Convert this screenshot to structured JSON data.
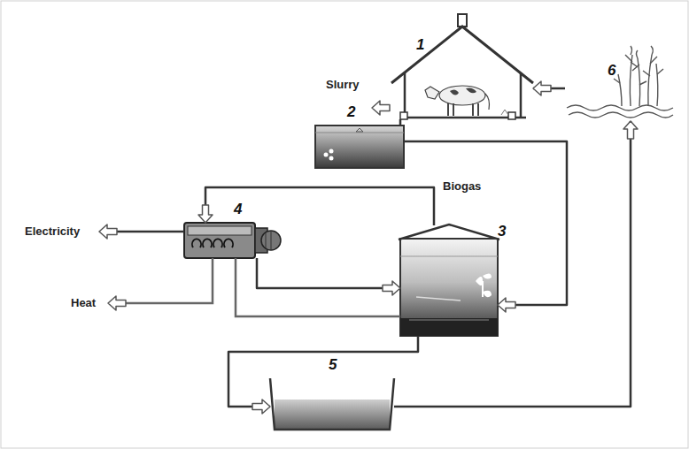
{
  "diagram": {
    "nodes": [
      {
        "text": [
          "1"
        ]
      },
      {
        "text": [
          "2"
        ]
      },
      {
        "text": [
          "3"
        ]
      },
      {
        "text": [
          "4"
        ]
      },
      {
        "text": [
          "5"
        ]
      },
      {
        "text": [
          "6"
        ]
      }
    ],
    "edges": [
      {
        "from": 0,
        "to": 1,
        "arrow": "none"
      },
      {
        "from": 1,
        "to": 2,
        "arrow": "to"
      },
      {
        "from": 2,
        "to": 3,
        "label": "Biogas",
        "arrow": "to"
      },
      {
        "from": 3,
        "to": 2,
        "arrow": "to"
      },
      {
        "from": 2,
        "to": 4,
        "arrow": "to"
      },
      {
        "from": 4,
        "to": 5,
        "arrow": "to"
      },
      {
        "from": 5,
        "to": 0,
        "arrow": "to"
      }
    ],
    "labels": [
      "Slurry",
      "Electricity",
      "Heat"
    ]
  }
}
